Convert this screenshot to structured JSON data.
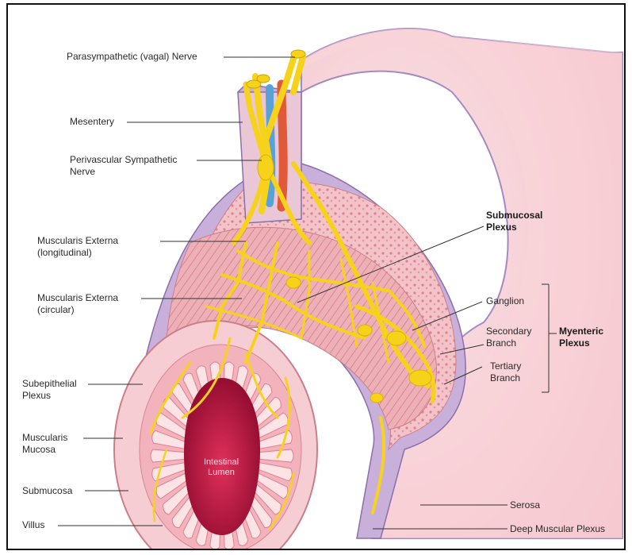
{
  "labels": {
    "parasympathetic": "Parasympathetic (vagal) Nerve",
    "mesentery": "Mesentery",
    "perivascular_1": "Perivascular Sympathetic",
    "perivascular_2": "Nerve",
    "musc_ext_long_1": "Muscularis Externa",
    "musc_ext_long_2": "(longitudinal)",
    "musc_ext_circ_1": "Muscularis Externa",
    "musc_ext_circ_2": "(circular)",
    "subepithelial_1": "Subepithelial",
    "subepithelial_2": "Plexus",
    "musc_mucosa_1": "Muscularis",
    "musc_mucosa_2": "Mucosa",
    "submucosa": "Submucosa",
    "villus": "Villus",
    "submucosal_plexus_1": "Submucosal",
    "submucosal_plexus_2": "Plexus",
    "ganglion": "Ganglion",
    "secondary_1": "Secondary",
    "secondary_2": "Branch",
    "tertiary_1": "Tertiary",
    "tertiary_2": "Branch",
    "myenteric_1": "Myenteric",
    "myenteric_2": "Plexus",
    "serosa": "Serosa",
    "deep_muscular": "Deep Muscular Plexus",
    "lumen_1": "Intestinal",
    "lumen_2": "Lumen"
  },
  "colors": {
    "nerve": "#f7d21b",
    "nerve_outline": "#c9a400",
    "tube_outer": "#f7c9cf",
    "tube_light": "#fbe3e6",
    "muscle": "#e9a0a8",
    "lumen": "#b8103c",
    "artery": "#e05a3a",
    "vein": "#5aa2d6",
    "serosa_edge": "#a58ac0"
  }
}
